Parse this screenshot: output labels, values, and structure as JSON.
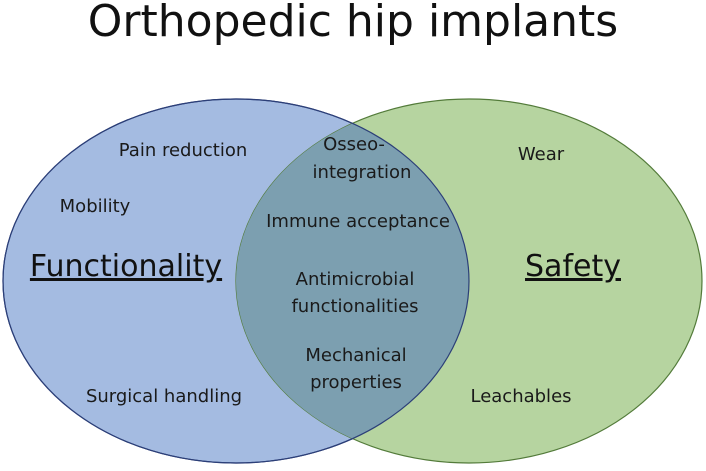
{
  "title": "Orthopedic hip implants",
  "left_set": {
    "label": "Functionality",
    "color": "#a4bbe1",
    "items": [
      "Pain reduction",
      "Mobility",
      "Surgical handling"
    ]
  },
  "right_set": {
    "label": "Safety",
    "color": "#b6d4a0",
    "items": [
      "Wear",
      "Leachables"
    ]
  },
  "overlap": {
    "color": "#7c9fb0",
    "items": [
      [
        "Osseo-",
        "integration"
      ],
      [
        "Immune acceptance"
      ],
      [
        "Antimicrobial",
        "functionalities"
      ],
      [
        "Mechanical",
        "properties"
      ]
    ]
  }
}
